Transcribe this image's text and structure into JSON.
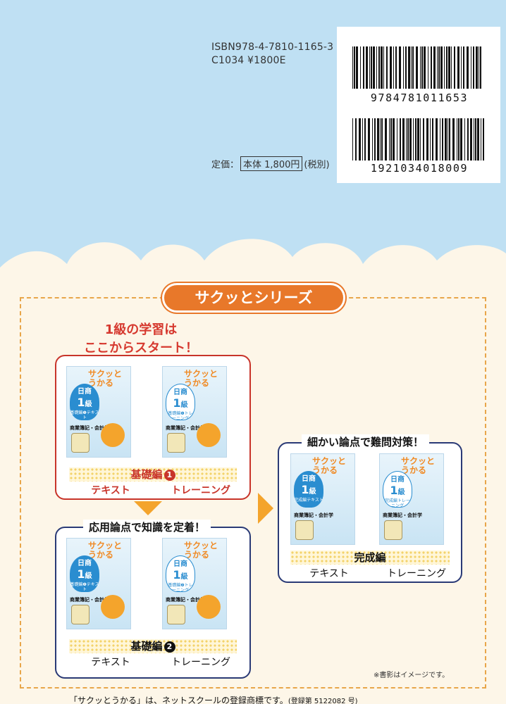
{
  "isbn": {
    "isbn_line": "ISBN978-4-7810-1165-3",
    "code_line": "C1034 ¥1800E"
  },
  "price": {
    "label": "定価：",
    "boxed": "本体 1,800円",
    "tax": "(税別)"
  },
  "barcodes": {
    "top_number": "9784781011653",
    "bottom_number": "1921034018009"
  },
  "series": {
    "badge": "サクッとシリーズ",
    "headline_line1": "1級の学習は",
    "headline_line2": "ここからスタート！",
    "callout_blue1": "応用論点で知識を定着！",
    "callout_blue2": "細かい論点で難問対策！",
    "books": {
      "brand_line1": "サクッと",
      "brand_line2": "うかる",
      "disc_a": "日商",
      "disc_b": "1",
      "disc_grade": "級",
      "kiso1_text": "基礎編❶テキスト",
      "kiso1_train": "基礎編❶トレーニング",
      "kiso2_text": "基礎編❷テキスト",
      "kiso2_train": "基礎編❷トレーニング",
      "kansei_text": "完成編テキスト",
      "kansei_train": "完成編トレーニング",
      "subject": "商業簿記・会計学"
    },
    "kiso1": {
      "label": "基礎編",
      "num": "1",
      "left": "テキスト",
      "right": "トレーニング"
    },
    "kiso2": {
      "label": "基礎編",
      "num": "2",
      "left": "テキスト",
      "right": "トレーニング"
    },
    "kansei": {
      "label": "完成編",
      "left": "テキスト",
      "right": "トレーニング"
    }
  },
  "notes": {
    "image_note": "※書影はイメージです。",
    "trademark": "「サクッとうかる」は、ネットスクールの登録商標です。",
    "trademark_reg": "(登録第 5122082 号)"
  },
  "colors": {
    "sky": "#bfe0f3",
    "accent_orange": "#e8782a",
    "red": "#c8342a",
    "navy": "#2a3a76"
  }
}
